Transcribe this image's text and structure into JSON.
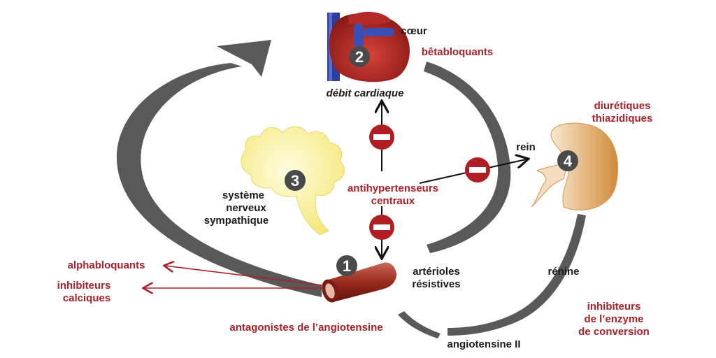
{
  "organs": {
    "heart": "cœur",
    "cardiac_output": "débit cardiaque",
    "kidney": "rein",
    "nervous_line1": "système",
    "nervous_line2": "nerveux",
    "nervous_line3": "sympathique",
    "arterioles_line1": "artérioles",
    "arterioles_line2": "résistives",
    "renin": "rénine",
    "angiotensin": "angiotensine II"
  },
  "drugs": {
    "beta": "bêtabloquants",
    "diuretics_line1": "diurétiques",
    "diuretics_line2": "thiazidiques",
    "central_line1": "antihypertenseurs",
    "central_line2": "centraux",
    "alpha": "alphabloquants",
    "calcium_line1": "inhibiteurs",
    "calcium_line2": "calciques",
    "ace_line1": "inhibiteurs",
    "ace_line2": "de l’enzyme",
    "ace_line3": "de conversion",
    "arb": "antagonistes de l’angiotensine"
  },
  "markers": {
    "arterioles": "1",
    "heart": "2",
    "nervous": "3",
    "kidney": "4"
  },
  "colors": {
    "drug_text": "#a8202a",
    "label_text": "#1a1a1a",
    "cycle_arrow": "#595959",
    "inhibit_sign": "#b01e23",
    "brain": "#fbf4a6",
    "kidney": "#e2a45a",
    "heart": "#c2312e",
    "vessel": "#2c3fa0"
  }
}
